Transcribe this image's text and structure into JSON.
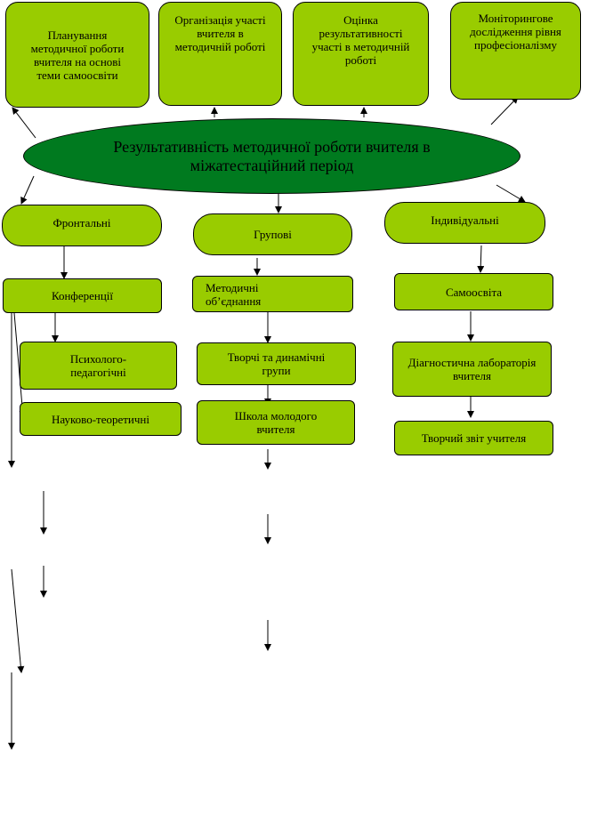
{
  "top_boxes": [
    "Планування методичної роботи вчителя на основі теми самоосвіти",
    "Організація участі вчителя в методичній роботі",
    "Оцінка результативності участі в методичній роботі",
    "Моніторингове дослідження рівня професіоналізму"
  ],
  "center": "Результативність методичної роботи вчителя в міжатестаційний період",
  "categories": [
    "Фронтальні",
    "Групові",
    "Індивідуальні"
  ],
  "frontal": [
    "Конференції",
    "Психолого-педагогічні",
    "Науково-теоретичні"
  ],
  "group": [
    "Методичні об’єднання",
    "Творчі та динамічні групи",
    "Школа молодого вчителя"
  ],
  "individual": [
    "Самоосвіта",
    "Діагностична лабораторія вчителя",
    "Творчий звіт учителя"
  ],
  "colors": {
    "box_fill": "#99cc00",
    "ellipse_fill": "#007a1f"
  }
}
